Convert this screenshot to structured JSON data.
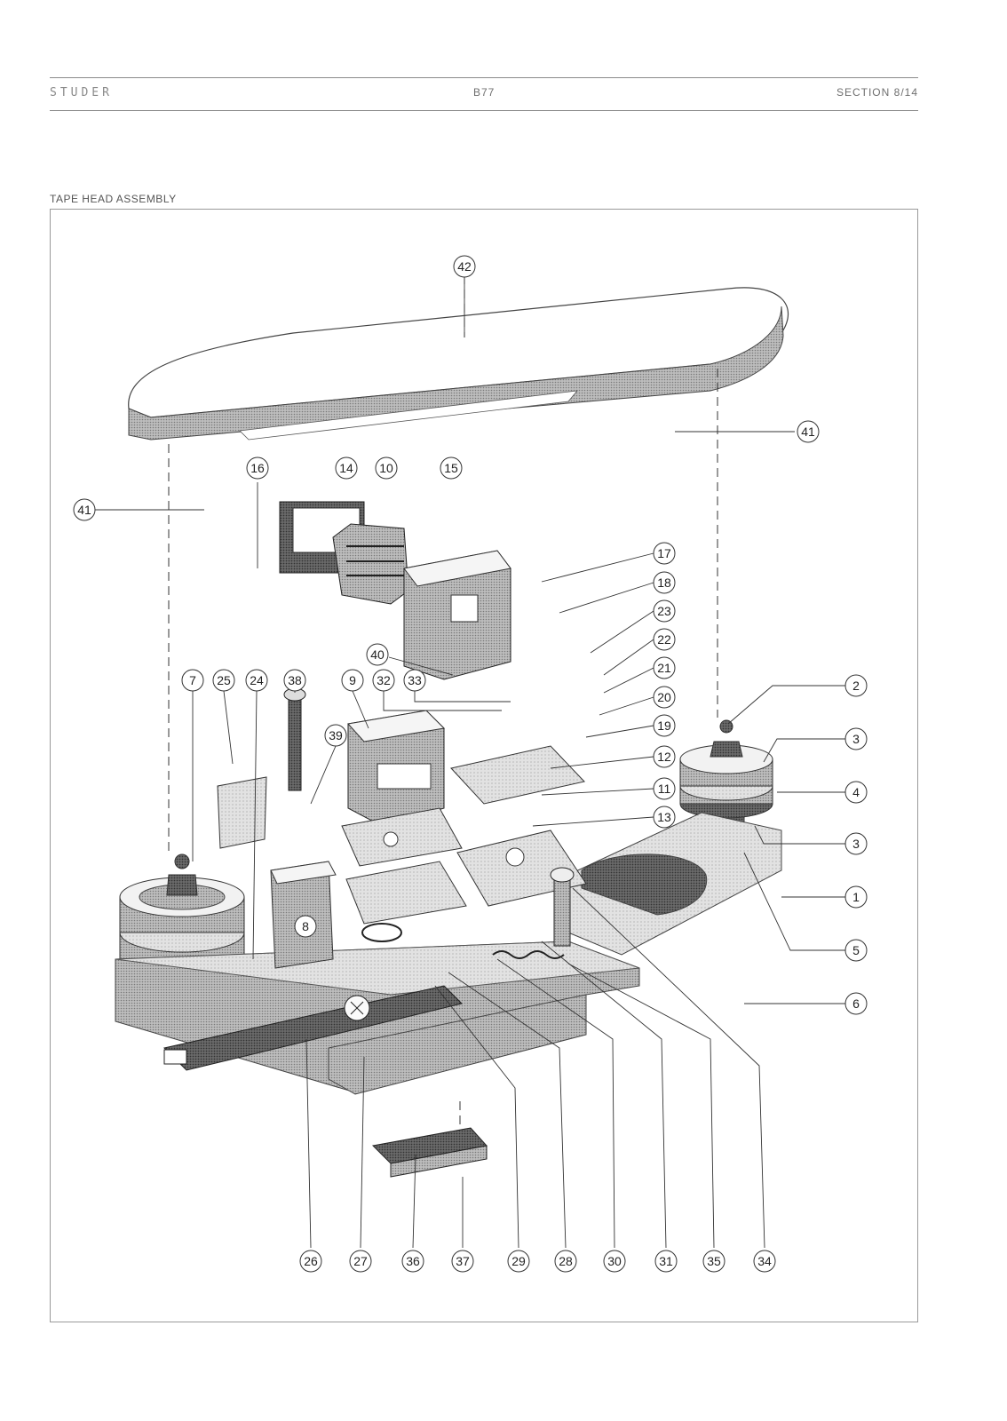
{
  "header": {
    "brand": "STUDER",
    "model": "B77",
    "section": "SECTION 8/14"
  },
  "figure": {
    "title": "TAPE HEAD ASSEMBLY",
    "callouts": {
      "c42": "42",
      "c41a": "41",
      "c41b": "41",
      "c16": "16",
      "c14": "14",
      "c10": "10",
      "c15": "15",
      "c17": "17",
      "c18": "18",
      "c23": "23",
      "c22": "22",
      "c21": "21",
      "c20": "20",
      "c19": "19",
      "c12": "12",
      "c11": "11",
      "c13": "13",
      "c40": "40",
      "c7": "7",
      "c25": "25",
      "c24": "24",
      "c38": "38",
      "c39": "39",
      "c9": "9",
      "c32": "32",
      "c33": "33",
      "c8": "8",
      "c2": "2",
      "c3a": "3",
      "c4": "4",
      "c3b": "3",
      "c1": "1",
      "c5": "5",
      "c6": "6",
      "c26": "26",
      "c27": "27",
      "c36": "36",
      "c37": "37",
      "c29": "29",
      "c28": "28",
      "c30": "30",
      "c31": "31",
      "c35": "35",
      "c34": "34"
    }
  }
}
